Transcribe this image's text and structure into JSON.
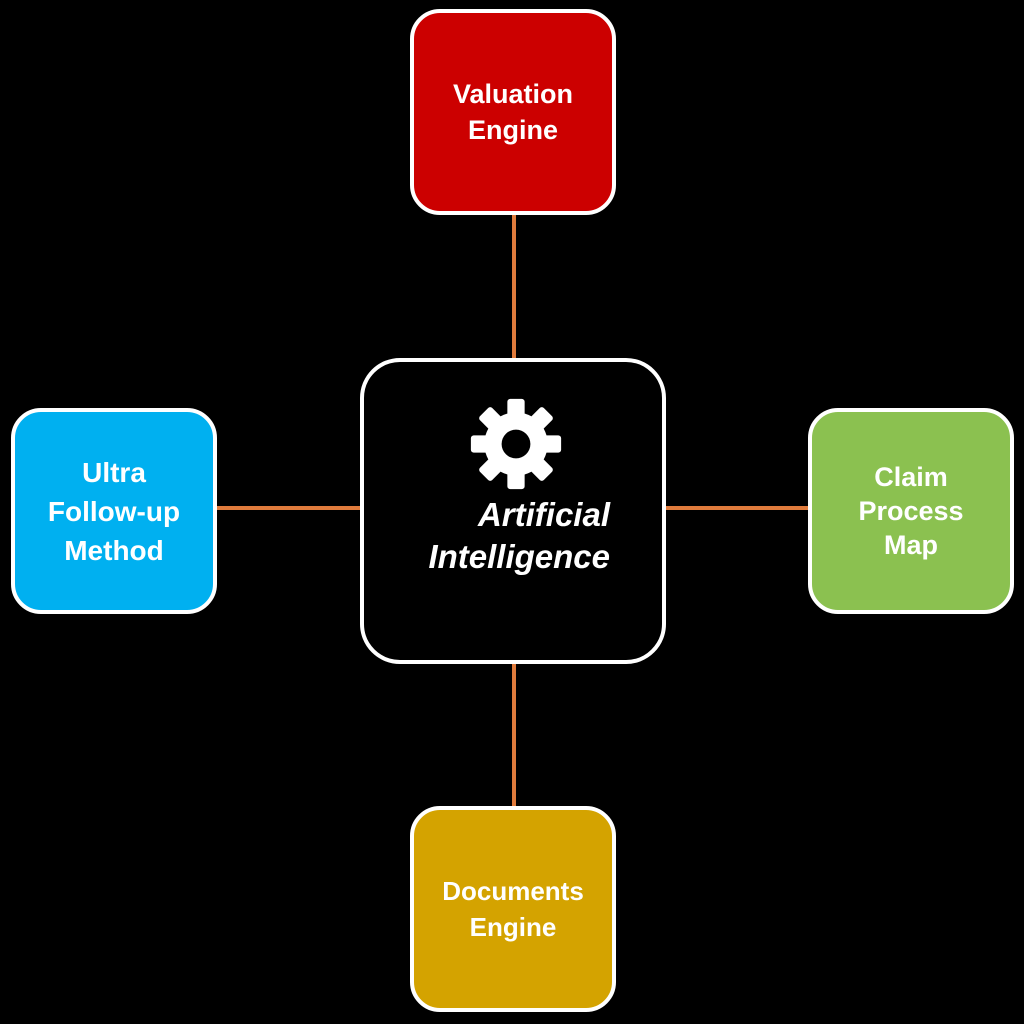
{
  "diagram": {
    "center": {
      "label": "Artificial\nIntelligence",
      "icon": "gear-icon",
      "color": "#000000"
    },
    "nodes": {
      "top": {
        "label": "Valuation\nEngine",
        "color": "#cc0000"
      },
      "left": {
        "label": "Ultra\nFollow-up\nMethod",
        "color": "#00b0f0"
      },
      "right": {
        "label": "Claim\nProcess\nMap",
        "color": "#8bc150"
      },
      "bottom": {
        "label": "Documents\nEngine",
        "color": "#d4a300"
      }
    },
    "connector_color": "#e07b3c",
    "border_color": "#ffffff"
  }
}
